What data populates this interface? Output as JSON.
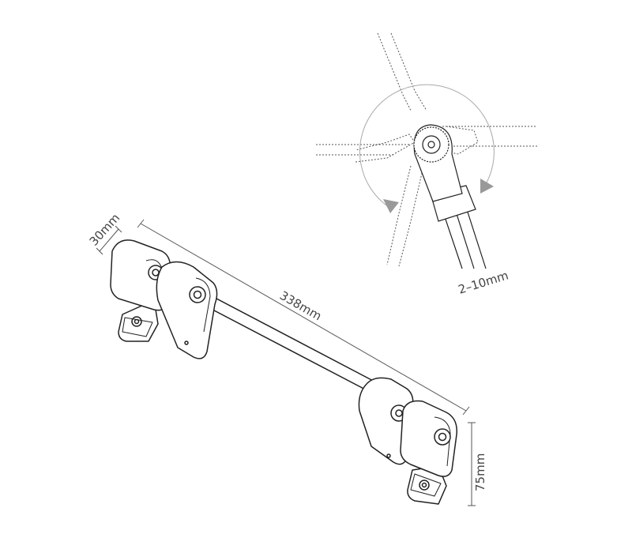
{
  "dimensions": {
    "width_label": "30mm",
    "length_label": "338mm",
    "height_label": "75mm",
    "thickness_range_label": "2–10mm"
  },
  "colors": {
    "line": "#222222",
    "dim_line": "#555555",
    "rotation_arrow": "#9a9a9a"
  }
}
